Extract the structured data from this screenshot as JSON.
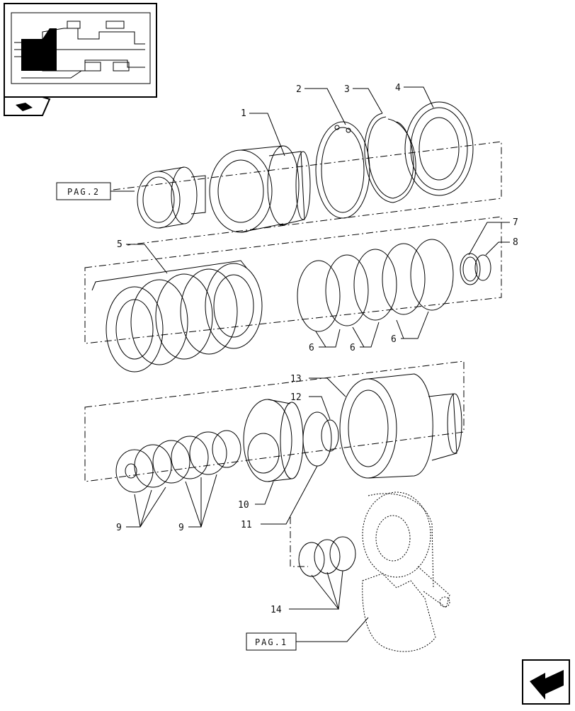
{
  "callouts": {
    "c1": "1",
    "c2": "2",
    "c3": "3",
    "c4": "4",
    "c5": "5",
    "c6a": "6",
    "c6b": "6",
    "c6c": "6",
    "c7": "7",
    "c8": "8",
    "c9a": "9",
    "c9b": "9",
    "c10": "10",
    "c11": "11",
    "c12": "12",
    "c13": "13",
    "c14": "14"
  },
  "refs": {
    "pag2": "PAG.2",
    "pag1": "PAG.1"
  },
  "icons": {
    "thumbnail": "assembly-thumbnail",
    "section": "section-marker-icon",
    "nav": "next-page-arrow-icon"
  }
}
